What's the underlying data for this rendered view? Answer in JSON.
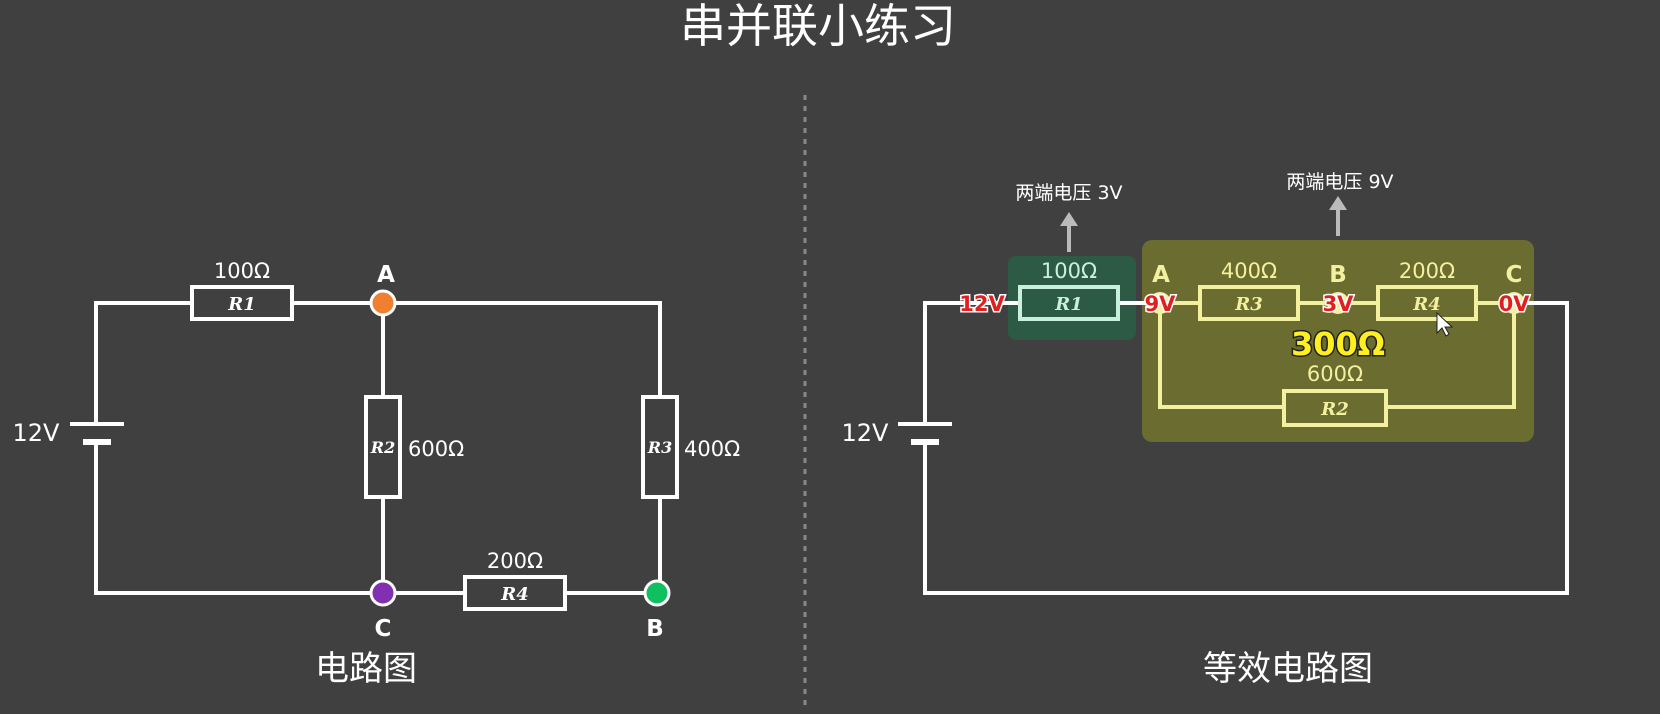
{
  "title": "串并联小练习",
  "left": {
    "caption": "电路图",
    "battery_voltage": "12V",
    "r1": {
      "name": "R1",
      "value": "100Ω"
    },
    "r2": {
      "name": "R2",
      "value": "600Ω"
    },
    "r3": {
      "name": "R3",
      "value": "400Ω"
    },
    "r4": {
      "name": "R4",
      "value": "200Ω"
    },
    "nodes": {
      "a": "A",
      "b": "B",
      "c": "C"
    },
    "node_colors": {
      "a": "#f08030",
      "b": "#10c060",
      "c": "#8030b0"
    }
  },
  "right": {
    "caption": "等效电路图",
    "battery_voltage": "12V",
    "r1": {
      "name": "R1",
      "value": "100Ω"
    },
    "r2": {
      "name": "R2",
      "value": "600Ω"
    },
    "r3": {
      "name": "R3",
      "value": "400Ω"
    },
    "r4": {
      "name": "R4",
      "value": "200Ω"
    },
    "nodes": {
      "a": "A",
      "b": "B",
      "c": "C"
    },
    "voltages": {
      "source": "12V",
      "a": "9V",
      "b": "3V",
      "c": "0V"
    },
    "equivalent_resistance": "300Ω",
    "note_r1": "两端电压 3V",
    "note_parallel": "两端电压 9V",
    "colors": {
      "r1_box": "#2d5a45",
      "parallel_box": "#6b6c2f",
      "voltage": "#e02020",
      "equivalent": "#ffef20"
    }
  }
}
